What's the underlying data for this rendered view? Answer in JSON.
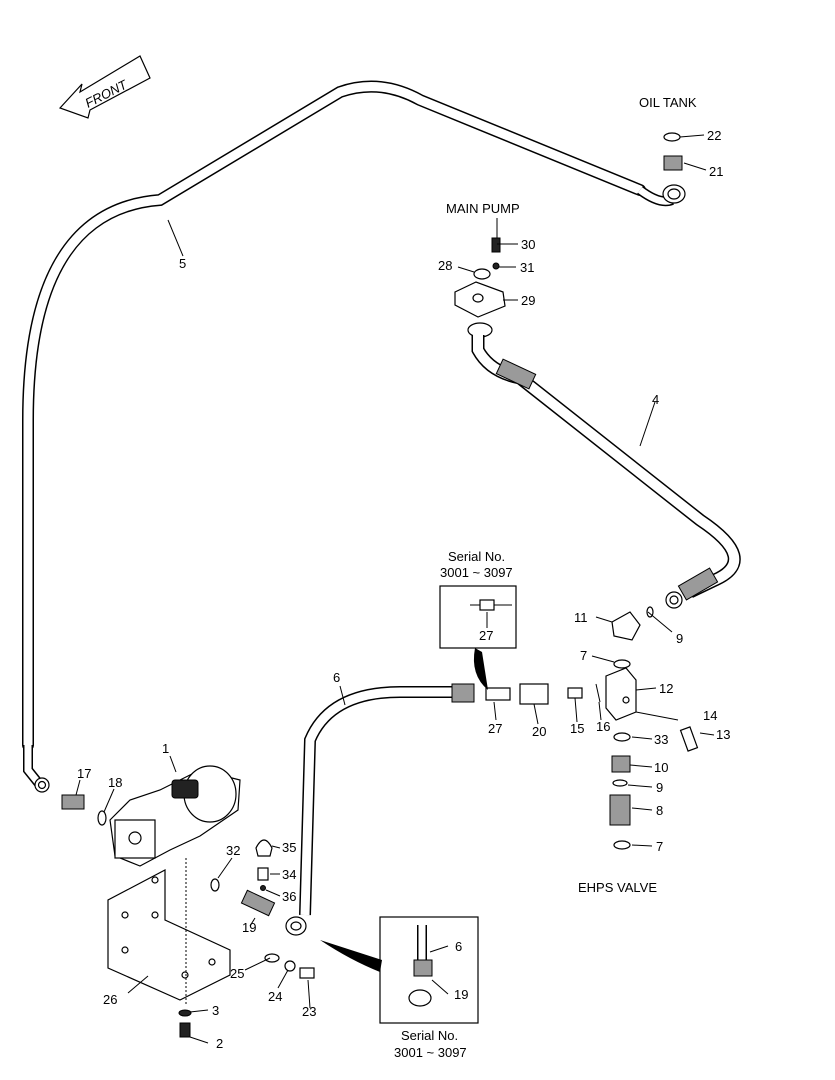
{
  "front_label": "FRONT",
  "labels": {
    "oil_tank": "OIL TANK",
    "main_pump": "MAIN PUMP",
    "ehps_valve": "EHPS VALVE",
    "serial_top_line1": "Serial No.",
    "serial_top_line2": "3001 ~ 3097",
    "serial_bottom_line1": "Serial No.",
    "serial_bottom_line2": "3001 ~ 3097"
  },
  "callouts": {
    "c1": "1",
    "c2": "2",
    "c3": "3",
    "c4": "4",
    "c5": "5",
    "c6": "6",
    "c7a": "7",
    "c7b": "7",
    "c8": "8",
    "c9a": "9",
    "c9b": "9",
    "c10": "10",
    "c11": "11",
    "c12": "12",
    "c13": "13",
    "c14": "14",
    "c15": "15",
    "c16": "16",
    "c17": "17",
    "c18": "18",
    "c19": "19",
    "c19b": "19",
    "c20": "20",
    "c21": "21",
    "c22": "22",
    "c23": "23",
    "c24": "24",
    "c25": "25",
    "c26": "26",
    "c27": "27",
    "c27b": "27",
    "c28": "28",
    "c29": "29",
    "c30": "30",
    "c31": "31",
    "c32": "32",
    "c33": "33",
    "c34": "34",
    "c35": "35",
    "c36": "36",
    "c6b": "6"
  }
}
